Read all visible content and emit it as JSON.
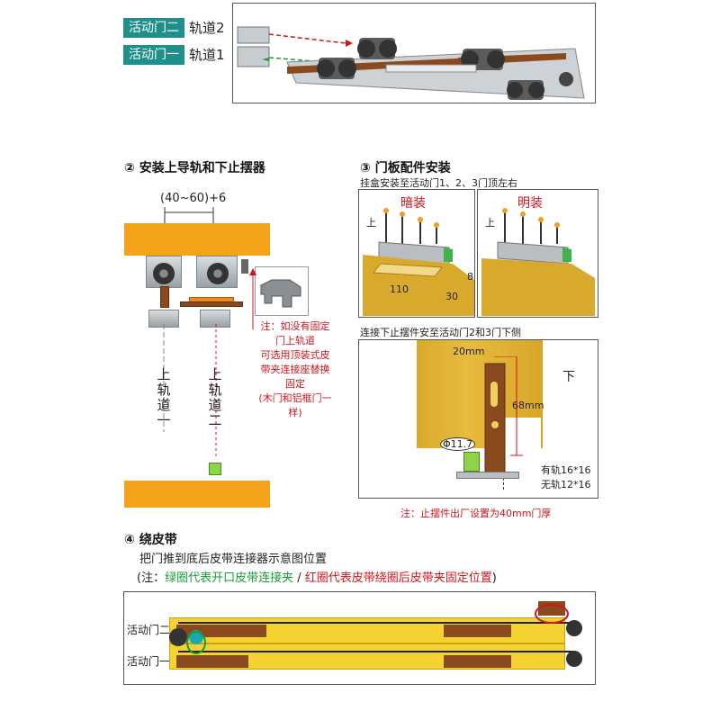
{
  "top": {
    "tag2": "活动门二",
    "rail2": "轨道2",
    "tag1": "活动门一",
    "rail1": "轨道1"
  },
  "sec2": {
    "title": "② 安装上导轨和下止摆器",
    "dimension": "(40~60)+6",
    "label_upper1": "上轨道一",
    "label_upper2": "上轨道二",
    "note_lines": [
      "注：如没有固定",
      "门上轨道",
      "可选用顶装式皮",
      "带夹连接座替换",
      "固定",
      "(木门和铝框门一",
      "样)"
    ]
  },
  "sec3": {
    "title": "③ 门板配件安装",
    "subtitle": "挂盒安装至活动门1、2、3门顶左右",
    "hidden_label": "暗装",
    "exposed_label": "明装",
    "up": "上",
    "dim_110": "110",
    "dim_8": "8",
    "dim_30": "30",
    "connect_note": "连接下止摆件安至活动门2和3门下侧",
    "down": "下",
    "dim_20mm": "20mm",
    "dim_68mm": "68mm",
    "dim_d117": "Φ11.7",
    "with_rail": "有轨16*16",
    "no_rail": "无轨12*16",
    "bottom_note": "注：止摆件出厂设置为40mm门厚"
  },
  "sec4": {
    "title": "④ 绕皮带",
    "desc": "把门推到底后皮带连接器示意图位置",
    "note_prefix": "(注：",
    "note_green": "绿圈代表开口皮带连接夹",
    "note_sep": " / ",
    "note_red": "红圈代表皮带绕圈后皮带夹固定位置",
    "note_suffix": ")",
    "door2": "活动门二",
    "door1": "活动门一"
  },
  "colors": {
    "teal": "#1f8f8c",
    "orange": "#f4a21a",
    "red": "#d0141b",
    "green": "#1a9a3a",
    "wood": "#e0b13a"
  }
}
